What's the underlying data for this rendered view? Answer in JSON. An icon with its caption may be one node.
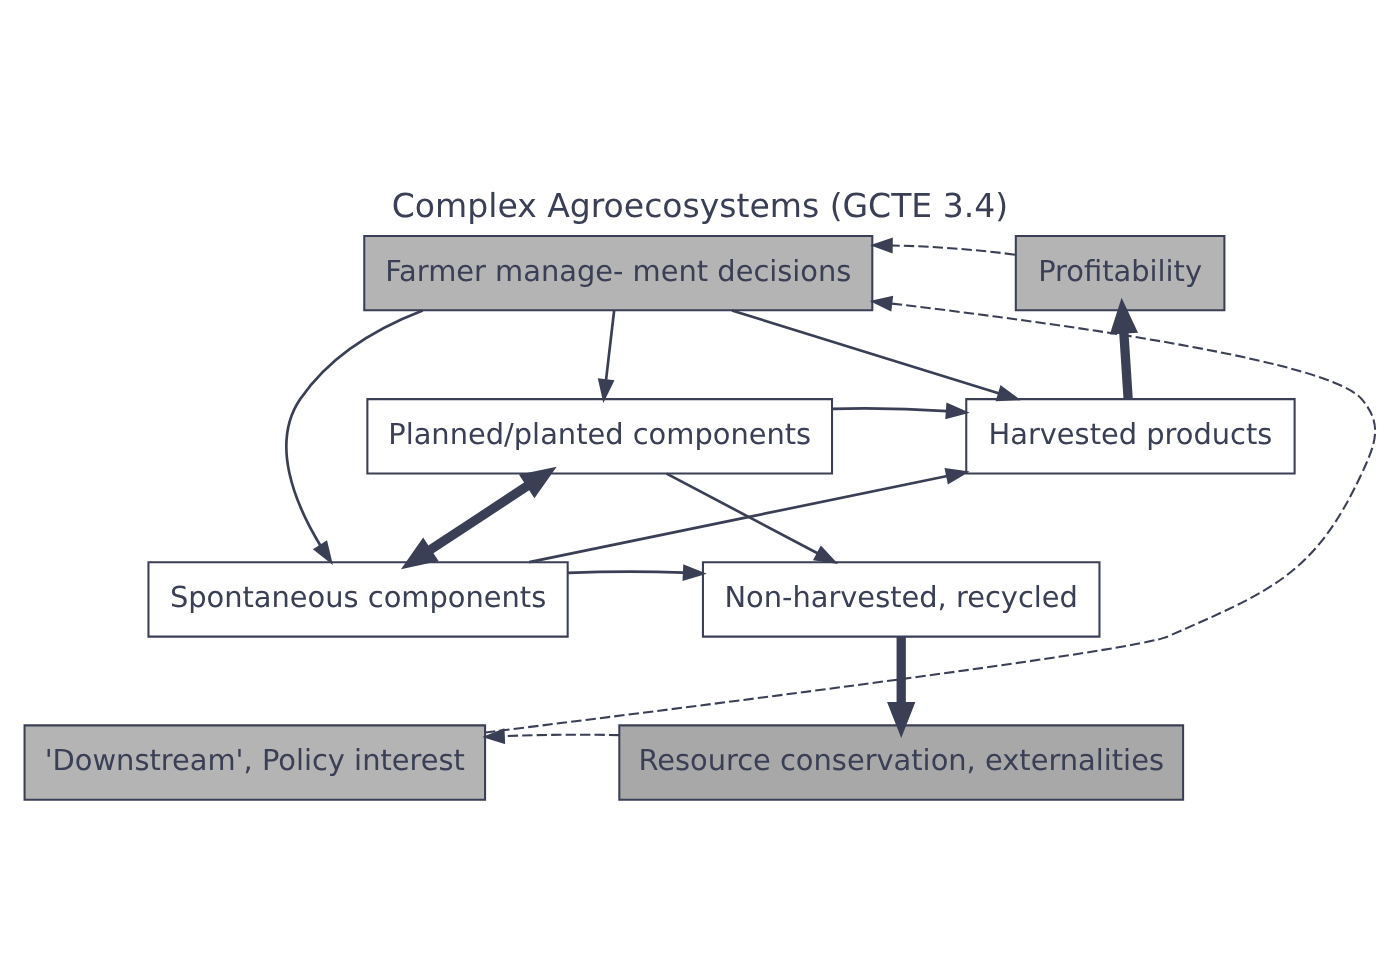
{
  "diagram": {
    "title": "Complex Agroecosystems (GCTE 3.4)",
    "nodes": [
      {
        "text": [
          "Farmer manage- ment decisions"
        ]
      },
      {
        "text": [
          "Profitability"
        ]
      },
      {
        "text": [
          "Planned/planted components"
        ]
      },
      {
        "text": [
          "Harvested products"
        ]
      },
      {
        "text": [
          "Spontaneous components"
        ]
      },
      {
        "text": [
          "Non-harvested, recycled"
        ]
      },
      {
        "text": [
          "'Downstream', Policy interest"
        ]
      },
      {
        "text": [
          "Resource conservation, externalities"
        ]
      }
    ],
    "edges": [
      {
        "from": 1,
        "to": 0,
        "arrow": "to",
        "style": "dashed"
      },
      {
        "from": 0,
        "to": 2,
        "arrow": "to"
      },
      {
        "from": 0,
        "to": 3,
        "arrow": "to"
      },
      {
        "from": 0,
        "to": 4,
        "arrow": "to"
      },
      {
        "from": 2,
        "to": 4,
        "arrow": "both",
        "style": "thick"
      },
      {
        "from": 2,
        "to": 3,
        "arrow": "to"
      },
      {
        "from": 2,
        "to": 5,
        "arrow": "to"
      },
      {
        "from": 4,
        "to": 3,
        "arrow": "to"
      },
      {
        "from": 4,
        "to": 5,
        "arrow": "to"
      },
      {
        "from": 3,
        "to": 1,
        "arrow": "to",
        "style": "thick"
      },
      {
        "from": 5,
        "to": 7,
        "arrow": "to",
        "style": "thick"
      },
      {
        "from": 7,
        "to": 6,
        "arrow": "to",
        "style": "dashed"
      },
      {
        "from": 6,
        "to": 0,
        "arrow": "to",
        "style": "dashed"
      }
    ]
  }
}
